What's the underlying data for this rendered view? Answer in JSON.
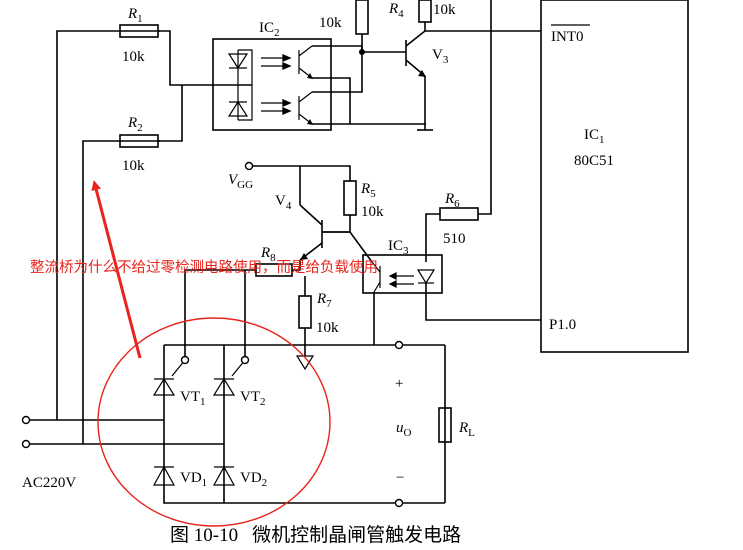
{
  "caption": {
    "figure_no": "图 10-10",
    "title": "微机控制晶闸管触发电路"
  },
  "annotation": {
    "text": "整流桥为什么不给过零检测电路使用，而是给负载使用",
    "color": "#e8241c"
  },
  "components": {
    "R1": {
      "name": "R",
      "sub": "1",
      "value": "10k"
    },
    "R2": {
      "name": "R",
      "sub": "2",
      "value": "10k"
    },
    "R3": {
      "value": "10k"
    },
    "R4": {
      "name": "R",
      "sub": "4",
      "value": "10k"
    },
    "R5": {
      "name": "R",
      "sub": "5",
      "value": "10k"
    },
    "R6": {
      "name": "R",
      "sub": "6",
      "value": "510"
    },
    "R7": {
      "name": "R",
      "sub": "7",
      "value": "10k"
    },
    "R8": {
      "name": "R",
      "sub": "8"
    },
    "RL": {
      "name": "R",
      "sub": "L"
    },
    "IC2": {
      "name": "IC",
      "sub": "2"
    },
    "IC3": {
      "name": "IC",
      "sub": "3"
    },
    "V3": {
      "name": "V",
      "sub": "3"
    },
    "V4": {
      "name": "V",
      "sub": "4"
    },
    "VGG": {
      "name": "V",
      "sub": "GG"
    },
    "VT1": {
      "name": "VT",
      "sub": "1"
    },
    "VT2": {
      "name": "VT",
      "sub": "2"
    },
    "VD1": {
      "name": "VD",
      "sub": "1"
    },
    "VD2": {
      "name": "VD",
      "sub": "2"
    },
    "IC1": {
      "name": "IC",
      "sub": "1",
      "chip": "80C51",
      "pin_int": "INT0",
      "pin_p": "P1.0"
    },
    "uo": {
      "name": "u",
      "sub": "O",
      "plus": "+",
      "minus": "−"
    },
    "source": {
      "label": "AC220V"
    }
  }
}
